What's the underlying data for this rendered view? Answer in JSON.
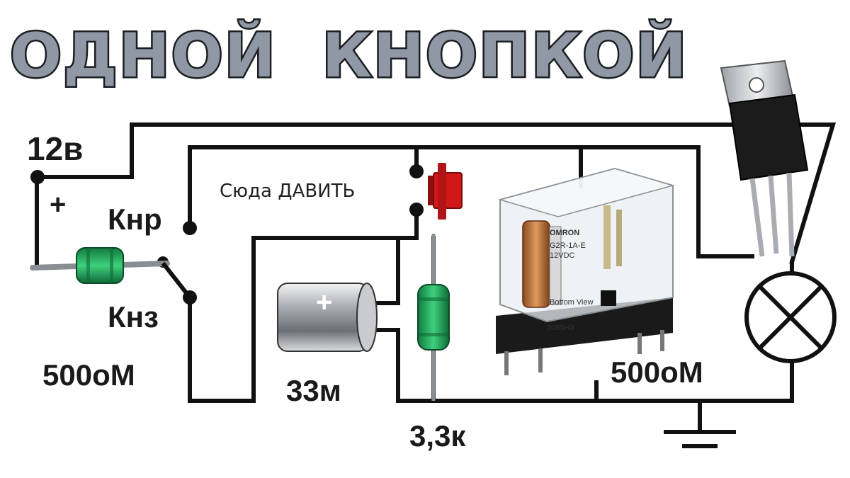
{
  "title": "ОДНОЙ  КНОПКОЙ",
  "labels": {
    "voltage": "12в",
    "plus": "+",
    "nc_contact": "Кнр",
    "no_contact": "Кнз",
    "coil_resistance_left": "500оМ",
    "push_here": "Сюда ДАВИТЬ",
    "capacitor_value": "33м",
    "resistor_value": "3,3к",
    "relay_resistance": "500оМ"
  },
  "relay_markings": {
    "brand": "OMRON",
    "model": "G2R-1A-E",
    "voltage": "12VDC",
    "code": "3065H3",
    "view": "Bottom View"
  },
  "capacitor_sign": "+",
  "colors": {
    "wire": "#111111",
    "button_cap": "#d01818",
    "resistor_body": "#22a85a",
    "title_fill": "#8f98a4"
  }
}
